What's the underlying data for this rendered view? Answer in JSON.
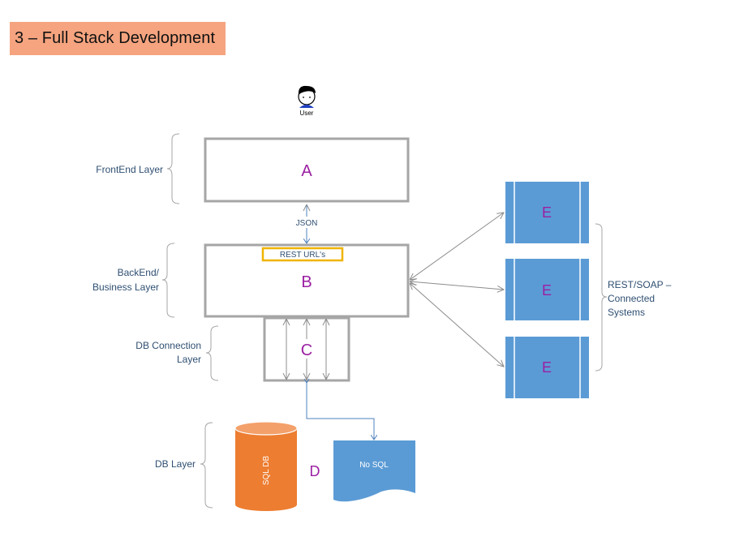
{
  "title": "3 – Full Stack Development",
  "user": {
    "label": "User",
    "icon": "user-avatar-icon"
  },
  "layers": {
    "frontend": "FrontEnd Layer",
    "backend_line1": "BackEnd/",
    "backend_line2": "Business Layer",
    "dbconn_line1": "DB Connection",
    "dbconn_line2": "Layer",
    "db": "DB Layer"
  },
  "boxes": {
    "a": "A",
    "b": "B",
    "c": "C",
    "d": "D",
    "e": [
      "E",
      "E",
      "E"
    ]
  },
  "json_label": "JSON",
  "rest_urls_label": "REST URL's",
  "sql_db_label": "SQL DB",
  "nosql_label": "No SQL",
  "rest_soap": {
    "line1": "REST/SOAP –",
    "line2": "Connected",
    "line3": "Systems"
  },
  "colors": {
    "title_bg": "#f5a47f",
    "box_border": "#a6a6a6",
    "letter": "#9b1fa3",
    "label": "#2f4f72",
    "arrow": "#4f81bd",
    "rest_border": "#f0b400",
    "e_fill": "#5b9bd5",
    "sql_fill": "#ed7d31"
  }
}
